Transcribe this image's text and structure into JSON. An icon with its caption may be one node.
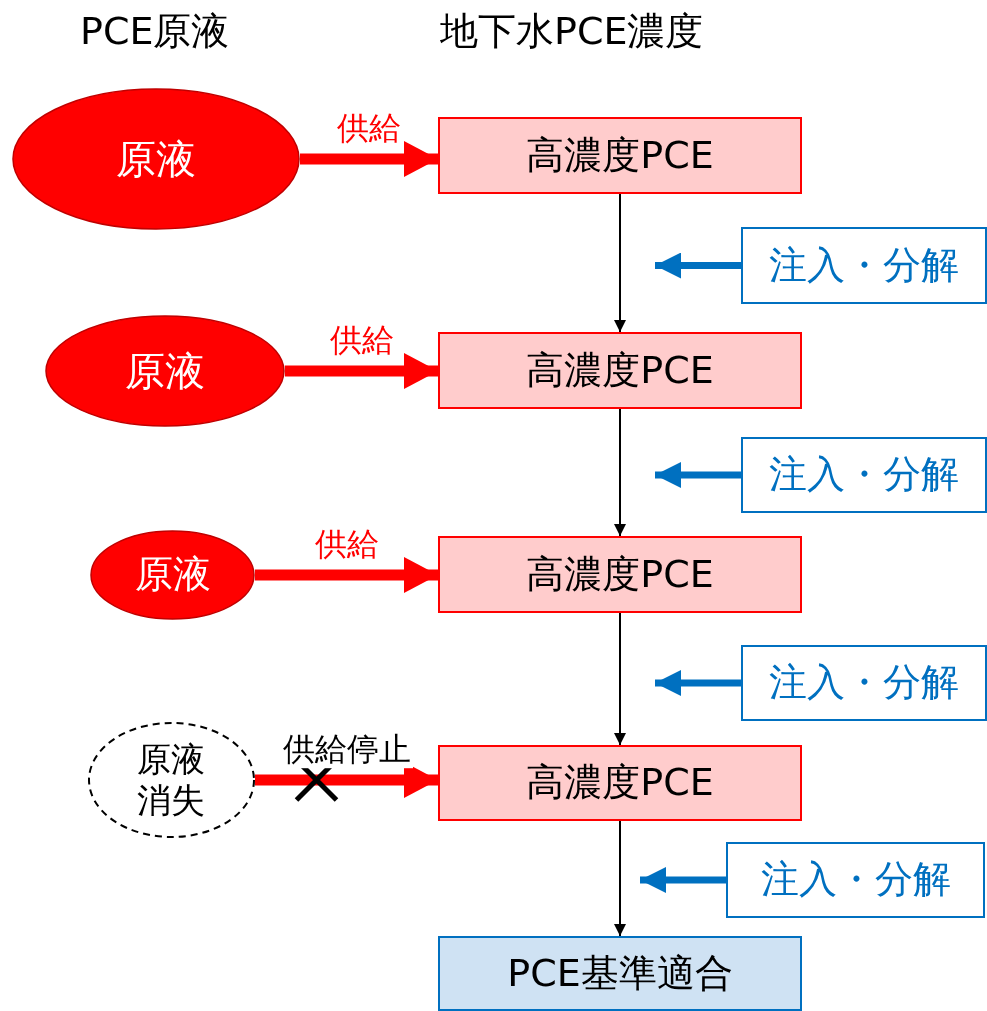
{
  "diagram": {
    "nodes": [
      {
        "text": [
          "原液"
        ]
      },
      {
        "text": [
          "高濃度PCE"
        ]
      },
      {
        "text": [
          "注入・分解"
        ]
      },
      {
        "text": [
          "原液"
        ]
      },
      {
        "text": [
          "高濃度PCE"
        ]
      },
      {
        "text": [
          "注入・分解"
        ]
      },
      {
        "text": [
          "原液"
        ]
      },
      {
        "text": [
          "高濃度PCE"
        ]
      },
      {
        "text": [
          "注入・分解"
        ]
      },
      {
        "text": [
          "原液消失"
        ]
      },
      {
        "text": [
          "高濃度PCE"
        ]
      },
      {
        "text": [
          "注入・分解"
        ]
      },
      {
        "text": [
          "PCE基準適合"
        ]
      }
    ],
    "edges": [
      {
        "from": 0,
        "to": 1,
        "arrow": "to",
        "label": "供給",
        "color": "#ff0000"
      },
      {
        "from": 1,
        "to": 4,
        "arrow": "to",
        "color": "#000000"
      },
      {
        "from": 2,
        "to": null,
        "arrow": "to",
        "color": "#0070c0"
      },
      {
        "from": 3,
        "to": 4,
        "arrow": "to",
        "label": "供給",
        "color": "#ff0000"
      },
      {
        "from": 4,
        "to": 7,
        "arrow": "to",
        "color": "#000000"
      },
      {
        "from": 5,
        "to": null,
        "arrow": "to",
        "color": "#0070c0"
      },
      {
        "from": 6,
        "to": 7,
        "arrow": "to",
        "label": "供給",
        "color": "#ff0000"
      },
      {
        "from": 7,
        "to": 10,
        "arrow": "to",
        "color": "#000000"
      },
      {
        "from": 8,
        "to": null,
        "arrow": "to",
        "color": "#0070c0"
      },
      {
        "from": 9,
        "to": 10,
        "arrow": "to",
        "label": "供給停止",
        "color": "#ff0000"
      },
      {
        "from": 10,
        "to": 12,
        "arrow": "to",
        "color": "#000000"
      },
      {
        "from": 11,
        "to": null,
        "arrow": "to",
        "color": "#0070c0"
      }
    ],
    "labels": [
      "PCE原液",
      "地下水PCE濃度"
    ]
  }
}
